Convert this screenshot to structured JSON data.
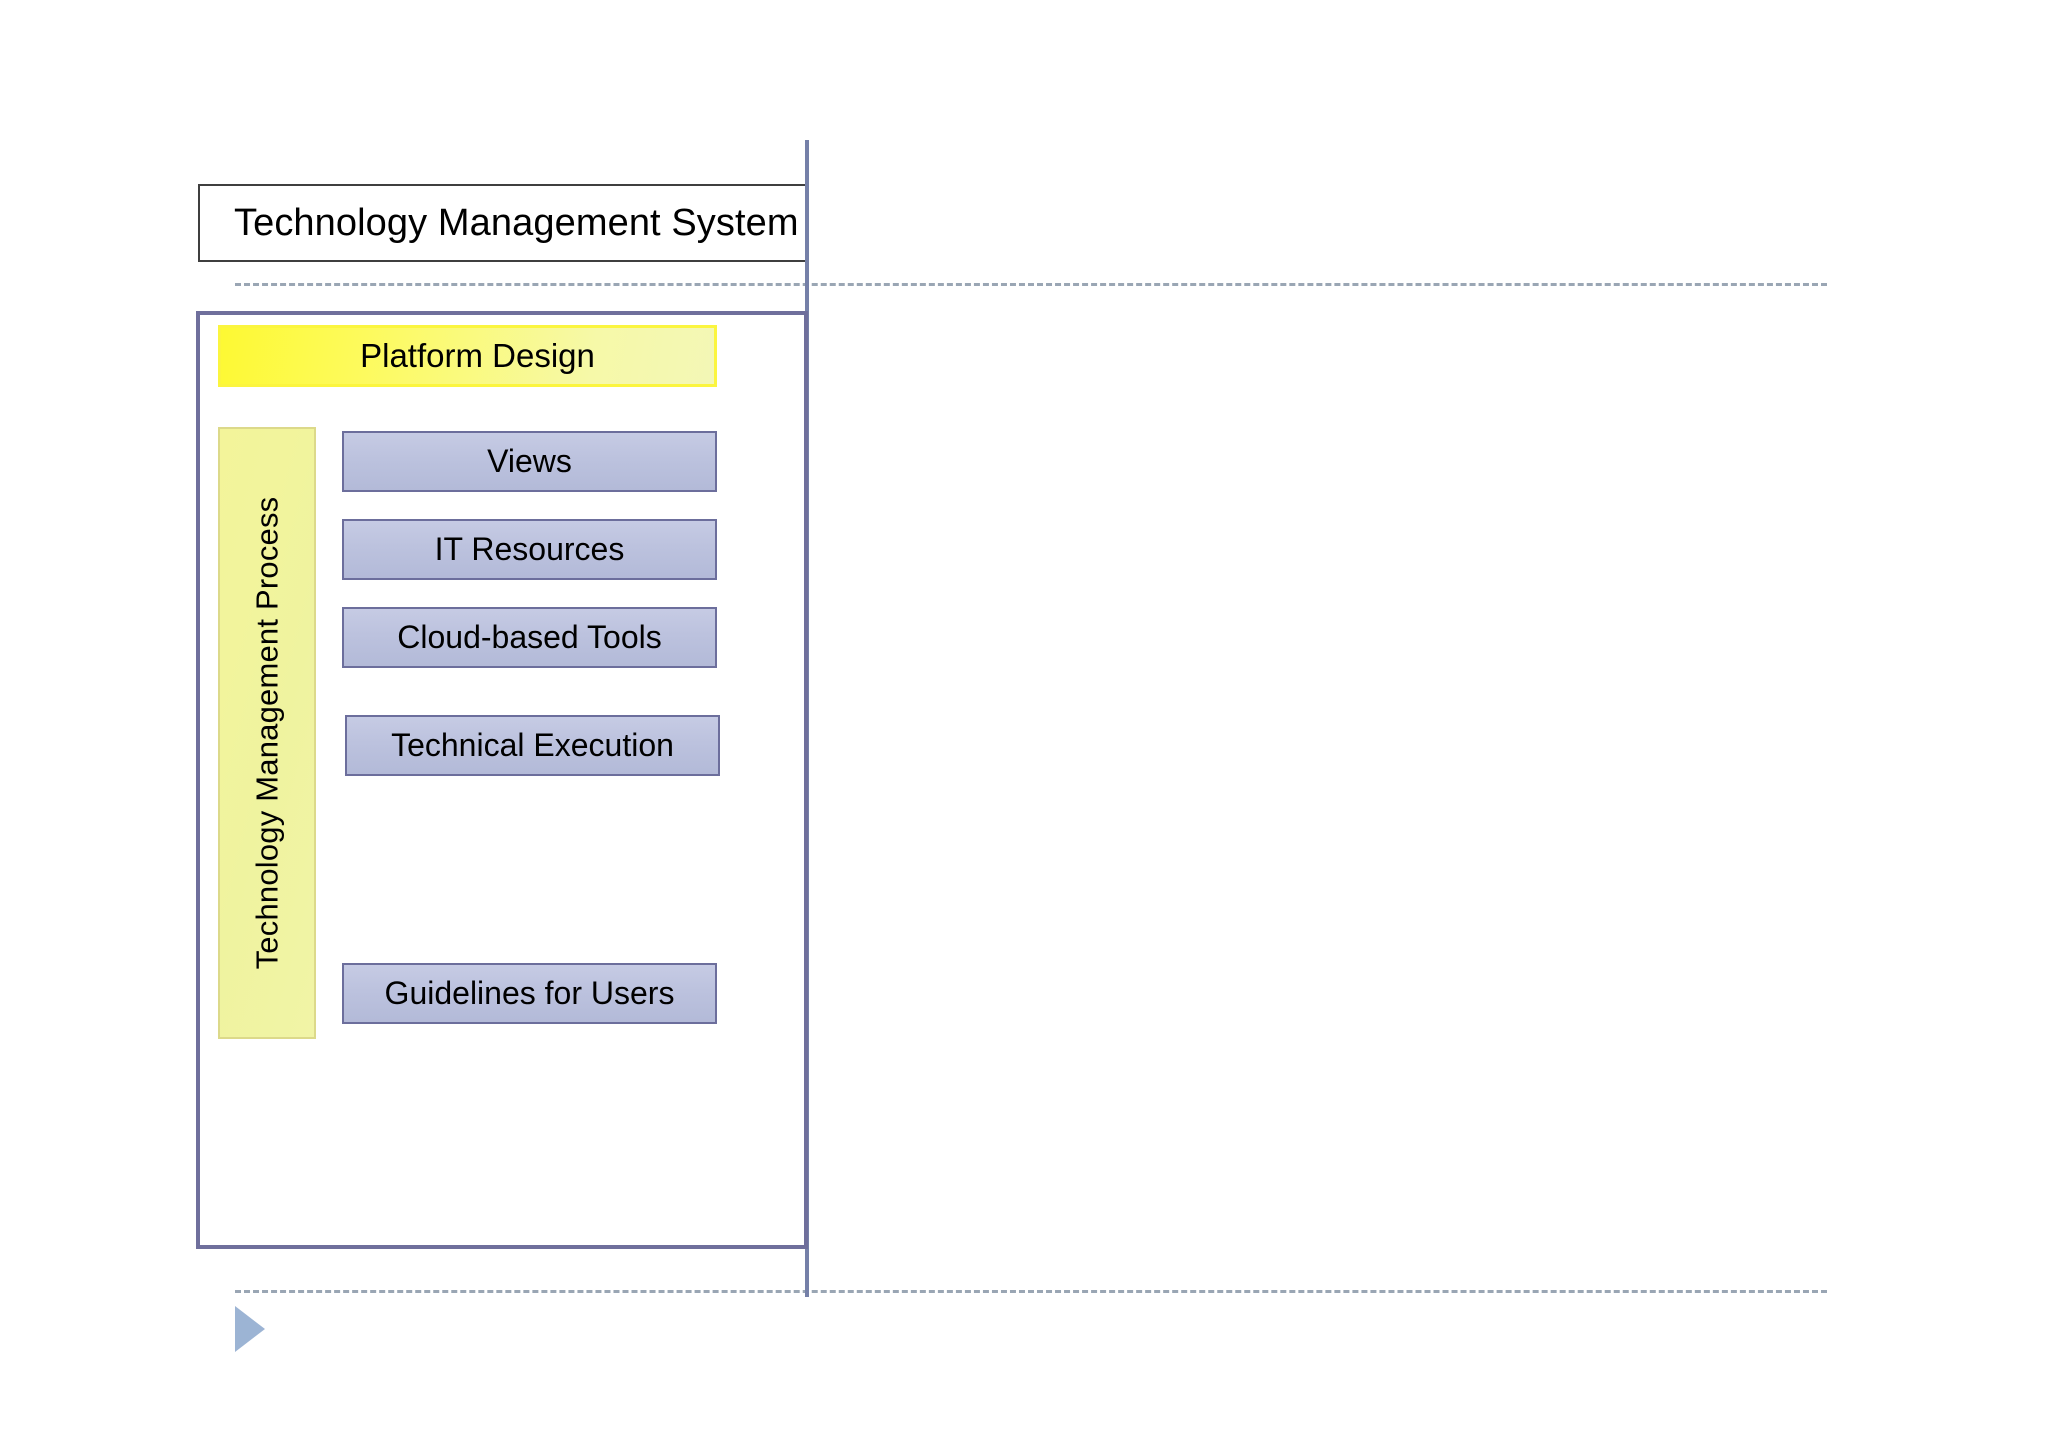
{
  "diagram": {
    "title": "Technology Management System",
    "header": {
      "label": "Platform Design"
    },
    "side_band": {
      "label": "Technology Management  Process"
    },
    "components": [
      {
        "label": "Views"
      },
      {
        "label": "IT Resources"
      },
      {
        "label": "Cloud-based Tools"
      },
      {
        "label": "Technical Execution"
      },
      {
        "label": "Guidelines for Users"
      }
    ],
    "colors": {
      "header_yellow": "#fdf933",
      "band_yellow": "#f2f49c",
      "component_blue": "#bcc2de",
      "component_border": "#6c6e9c",
      "container_border": "#6f6f9c",
      "dashed_line": "#9aa6b4",
      "vertical_line": "#7580a8",
      "arrow": "#9cb4d4",
      "title_border": "#3f3f3f",
      "background": "#ffffff"
    }
  }
}
